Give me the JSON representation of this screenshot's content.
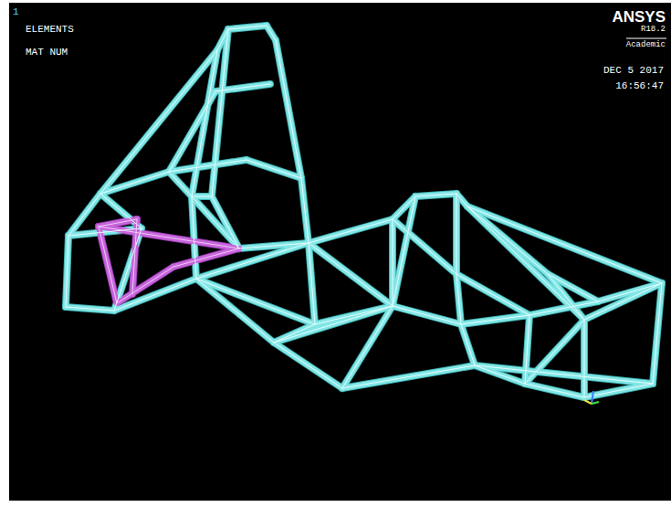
{
  "diagram": {
    "labels": [
      "1",
      "ELEMENTS",
      "MAT NUM",
      "ANSYS",
      "R18.2",
      "Academic",
      "DEC 5 2017",
      "16:56:47"
    ]
  }
}
